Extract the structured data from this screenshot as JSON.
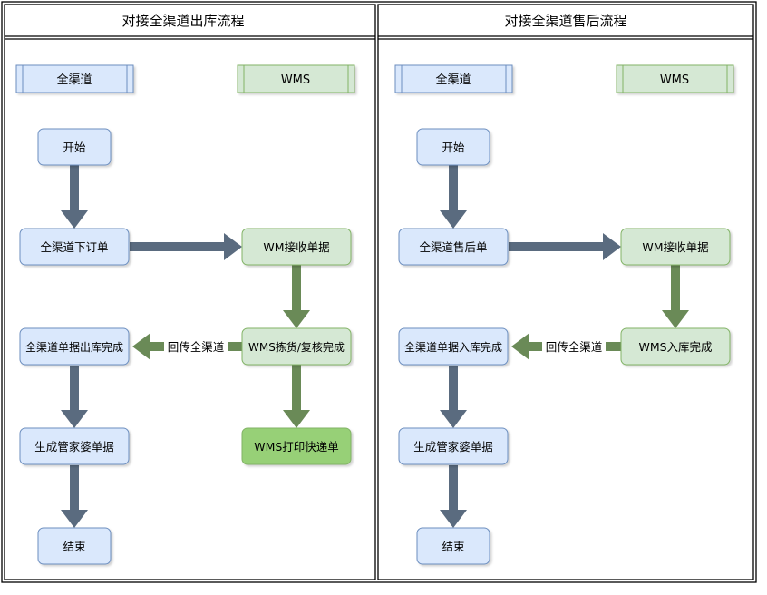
{
  "left_panel": {
    "title": "对接全渠道出库流程",
    "lane_quanqudao": "全渠道",
    "lane_wms": "WMS",
    "start": "开始",
    "order": "全渠道下订单",
    "wm_receive": "WM接收单据",
    "wms_pick": "WMS拣货/复核完成",
    "outbound_done": "全渠道单据出库完成",
    "return_label": "回传全渠道",
    "print": "WMS打印快递单",
    "gen": "生成管家婆单据",
    "end": "结束"
  },
  "right_panel": {
    "title": "对接全渠道售后流程",
    "lane_quanqudao": "全渠道",
    "lane_wms": "WMS",
    "start": "开始",
    "order": "全渠道售后单",
    "wm_receive": "WM接收单据",
    "wms_inbound": "WMS入库完成",
    "inbound_done": "全渠道单据入库完成",
    "return_label": "回传全渠道",
    "gen": "生成管家婆单据",
    "end": "结束"
  },
  "colors": {
    "blue_fill": "#dae8fc",
    "blue_stroke": "#6c8ebf",
    "green_fill": "#d5e8d4",
    "green_stroke": "#82b366",
    "green_dark_fill": "#97d077",
    "arrow_blue": "#5a6b7f",
    "arrow_green": "#6a8a57"
  }
}
